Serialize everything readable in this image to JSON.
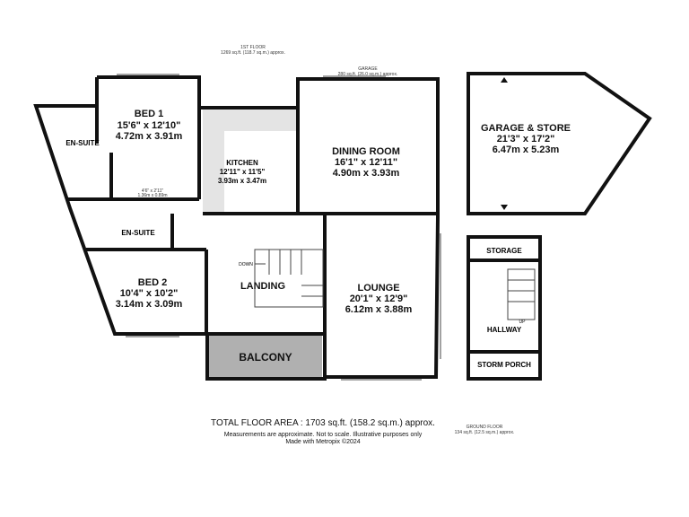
{
  "floors": {
    "first_floor": {
      "name": "1ST FLOOR",
      "area": "1269 sq.ft. (118.7 sq.m.) approx."
    },
    "garage": {
      "name": "GARAGE",
      "area": "280 sq.ft. (26.0 sq.m.) approx."
    },
    "ground_floor": {
      "name": "GROUND FLOOR",
      "area": "134 sq.ft. (12.5 sq.m.) approx."
    }
  },
  "rooms": {
    "bed1": {
      "name": "BED 1",
      "imperial": "15'6\" x 12'10\"",
      "metric": "4.72m x 3.91m"
    },
    "ensuite1": {
      "name": "EN-SUITE"
    },
    "wardrobe": {
      "imperial": "4'6\" x 2'11\"",
      "metric": "1.36m x 0.89m"
    },
    "kitchen": {
      "name": "KITCHEN",
      "imperial": "12'11\" x 11'5\"",
      "metric": "3.93m x 3.47m"
    },
    "dining": {
      "name": "DINING ROOM",
      "imperial": "16'1\" x 12'11\"",
      "metric": "4.90m x 3.93m"
    },
    "ensuite2": {
      "name": "EN-SUITE"
    },
    "bed2": {
      "name": "BED 2",
      "imperial": "10'4\" x 10'2\"",
      "metric": "3.14m x 3.09m"
    },
    "landing": {
      "name": "LANDING",
      "stairs": "DOWN"
    },
    "balcony": {
      "name": "BALCONY"
    },
    "lounge": {
      "name": "LOUNGE",
      "imperial": "20'1\" x 12'9\"",
      "metric": "6.12m x 3.88m"
    },
    "garage_store": {
      "name": "GARAGE & STORE",
      "imperial": "21'3\" x 17'2\"",
      "metric": "6.47m x 5.23m"
    },
    "storage": {
      "name": "STORAGE"
    },
    "hallway": {
      "name": "HALLWAY",
      "stairs": "UP"
    },
    "storm_porch": {
      "name": "STORM PORCH"
    }
  },
  "footer": {
    "total": "TOTAL FLOOR AREA : 1703 sq.ft. (158.2 sq.m.) approx.",
    "disclaimer": "Measurements are approximate.  Not to scale.  Illustrative purposes only",
    "credit": "Made with Metropix ©2024"
  },
  "colors": {
    "balcony": "#b0b0b0",
    "wall": "#111111",
    "tile": "#e4e4e4"
  }
}
